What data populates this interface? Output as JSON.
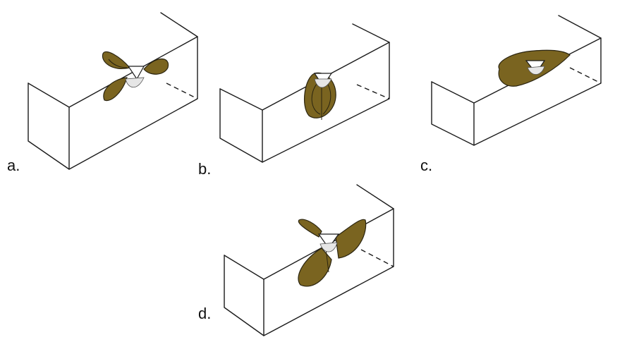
{
  "panels": [
    {
      "id": "a",
      "label": "a."
    },
    {
      "id": "b",
      "label": "b."
    },
    {
      "id": "c",
      "label": "c."
    },
    {
      "id": "d",
      "label": "d."
    }
  ],
  "colors": {
    "lobe_fill": "#7a6420",
    "block_edge": "#1b1b1b",
    "background": "#ffffff"
  }
}
